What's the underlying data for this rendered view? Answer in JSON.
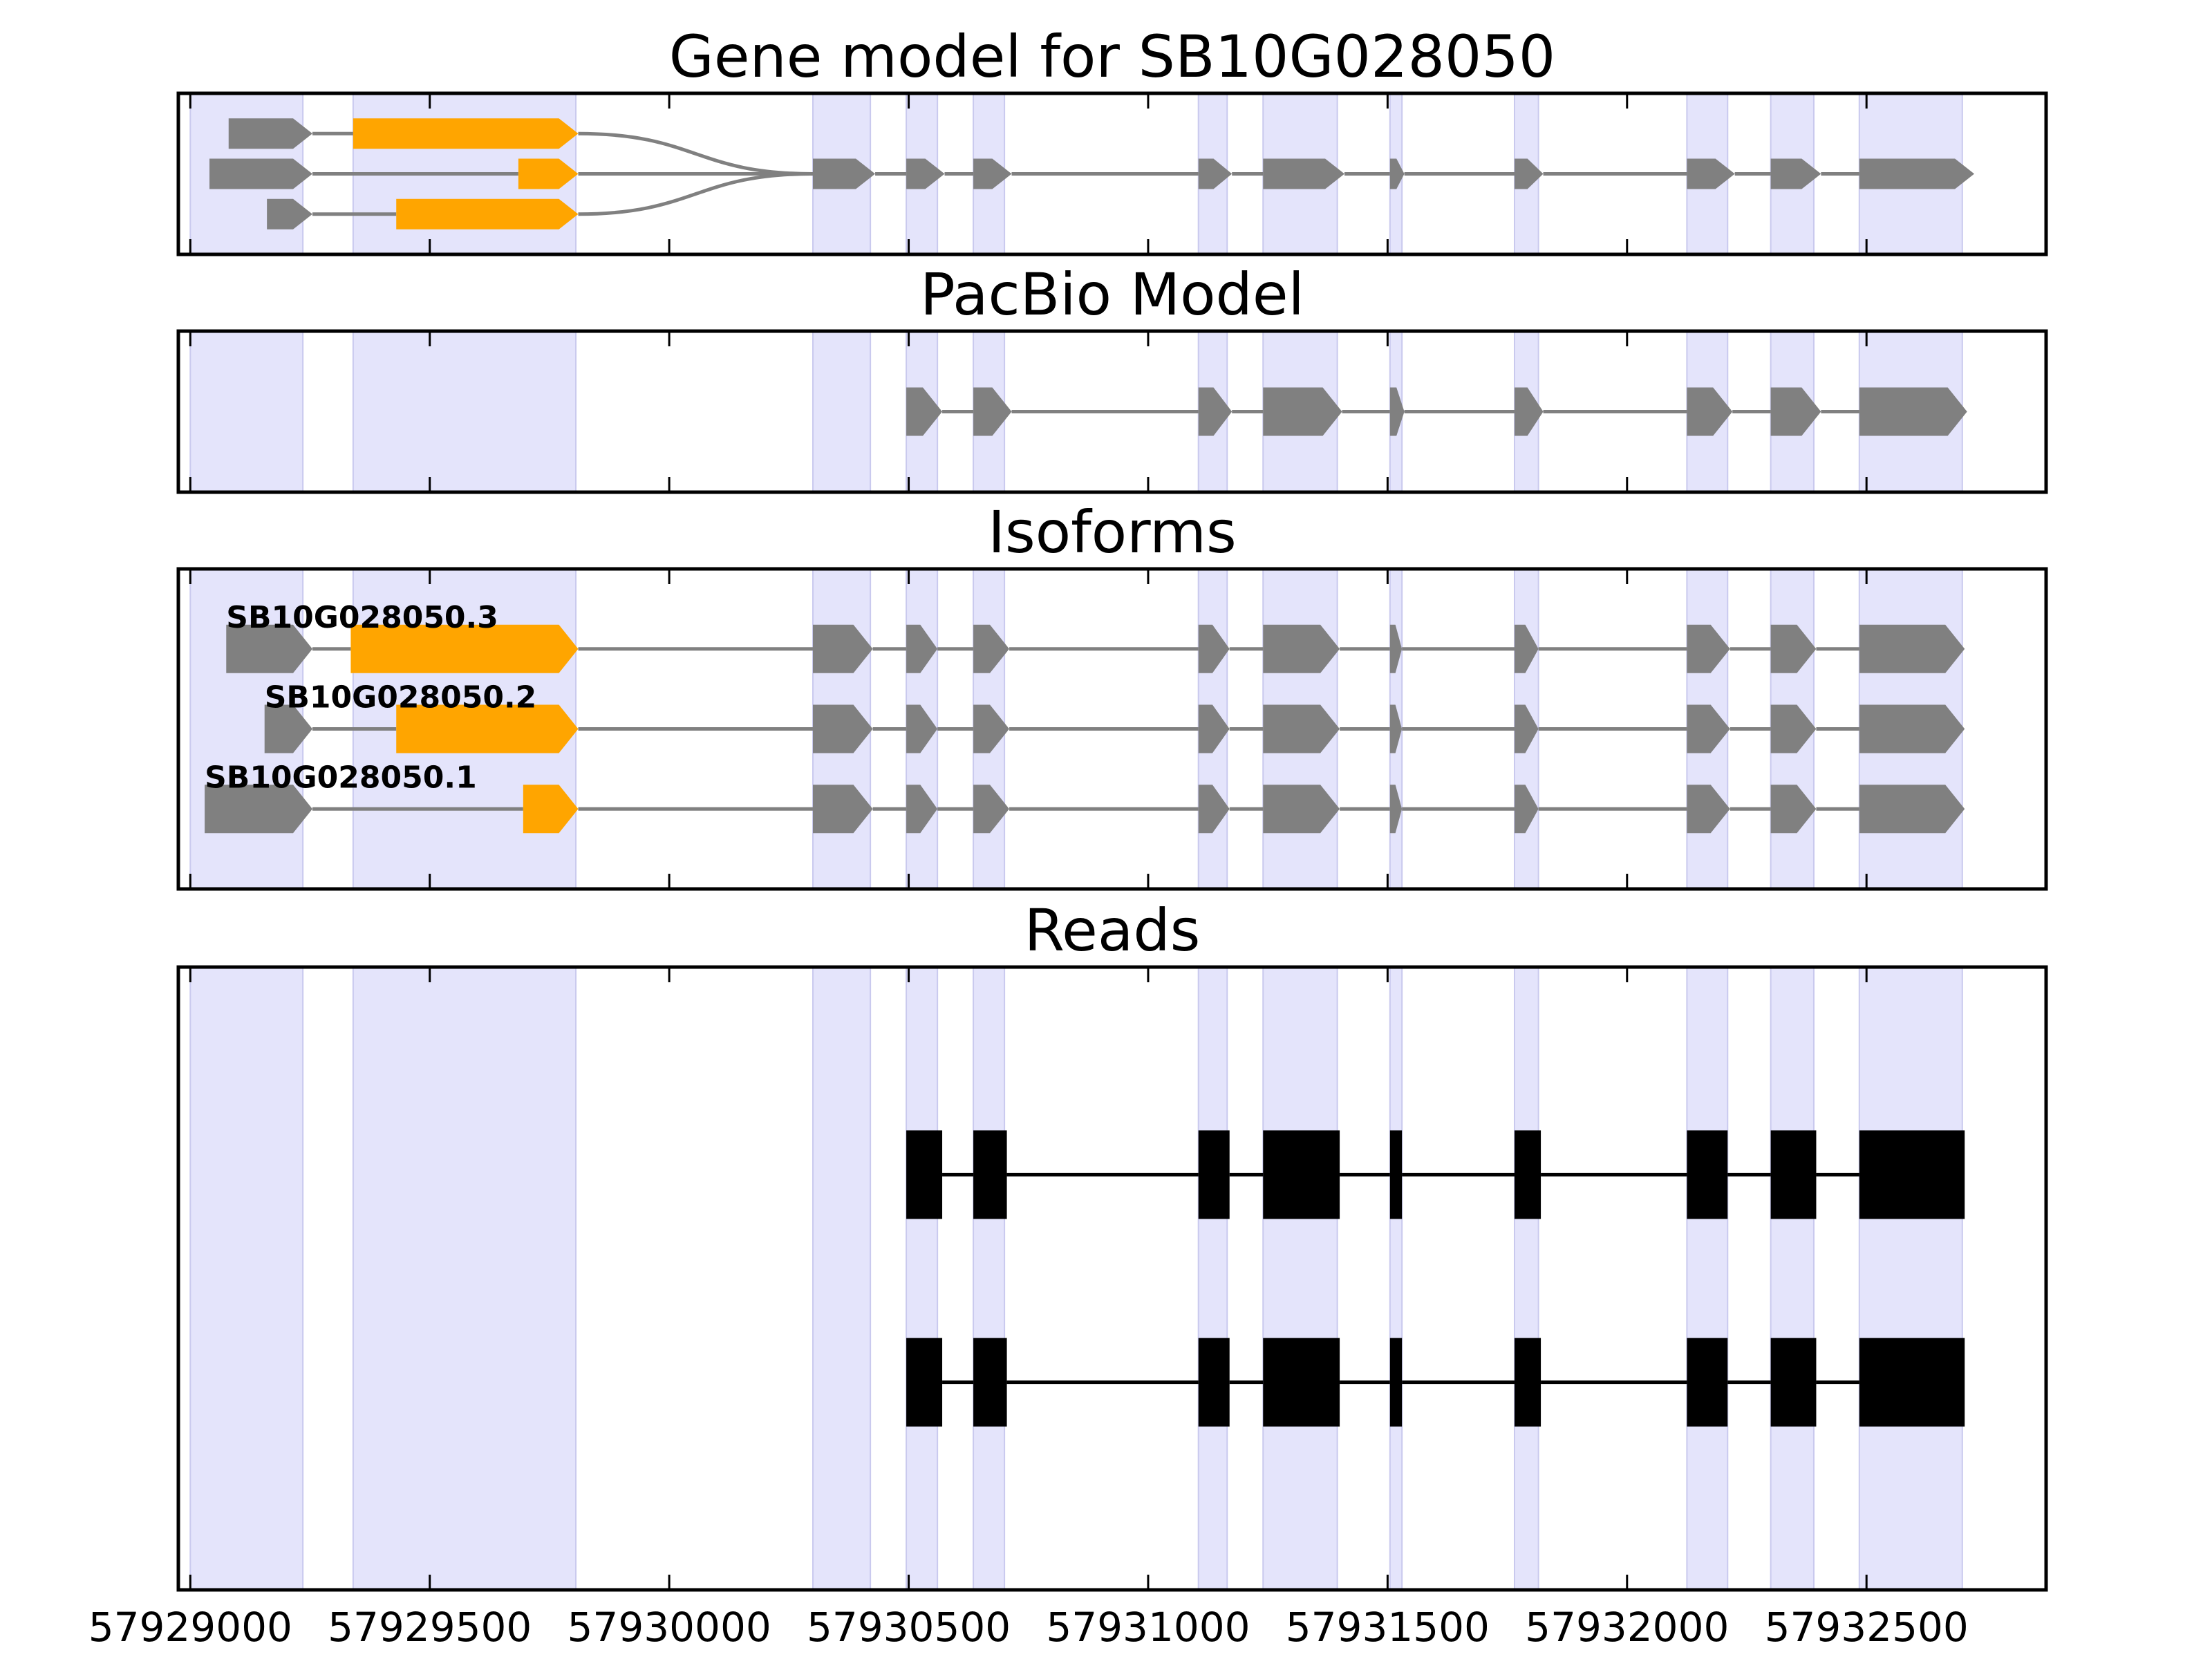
{
  "chart_data": {
    "type": "gene-structure",
    "xlim": [
      57928975,
      57932875
    ],
    "x_ticks": [
      57929000,
      57929500,
      57930000,
      57930500,
      57931000,
      57931500,
      57932000,
      57932500
    ],
    "colors": {
      "exon": "#808080",
      "cds": "#ffa500",
      "intron": "#808080",
      "read": "#000000",
      "band": "#e4e4fb",
      "frame": "#000000"
    },
    "exon_bands": [
      [
        57929000,
        57929235
      ],
      [
        57929340,
        57929805
      ],
      [
        57930300,
        57930420
      ],
      [
        57930495,
        57930560
      ],
      [
        57930635,
        57930700
      ],
      [
        57931105,
        57931165
      ],
      [
        57931240,
        57931395
      ],
      [
        57931505,
        57931530
      ],
      [
        57931765,
        57931815
      ],
      [
        57932125,
        57932210
      ],
      [
        57932300,
        57932390
      ],
      [
        57932485,
        57932700
      ]
    ],
    "panels": [
      {
        "title": "Gene model for SB10G028050",
        "kind": "splice-graph",
        "y_range": [
          0,
          4
        ],
        "tracks": [
          {
            "y": 3.0,
            "exons": [
              [
                57929080,
                57929255,
                "utr"
              ],
              [
                57929340,
                57929810,
                "cds"
              ]
            ]
          },
          {
            "y": 2.0,
            "exons": [
              [
                57929040,
                57929255,
                "utr"
              ],
              [
                57929685,
                57929810,
                "cds"
              ]
            ]
          },
          {
            "y": 1.0,
            "exons": [
              [
                57929160,
                57929255,
                "utr"
              ],
              [
                57929430,
                57929810,
                "cds"
              ]
            ]
          }
        ],
        "merge_point": 57930300,
        "shared_exons": [
          [
            57930300,
            57930430
          ],
          [
            57930495,
            57930575
          ],
          [
            57930635,
            57930715
          ],
          [
            57931105,
            57931175
          ],
          [
            57931240,
            57931410
          ],
          [
            57931505,
            57931535
          ],
          [
            57931765,
            57931825
          ],
          [
            57932125,
            57932225
          ],
          [
            57932300,
            57932405
          ],
          [
            57932485,
            57932725
          ]
        ],
        "shared_y": 2.0
      },
      {
        "title": "PacBio Model",
        "kind": "model",
        "y_range": [
          0,
          4
        ],
        "tracks": [
          {
            "y": 2.0,
            "exons": [
              [
                57930495,
                57930570,
                "utr"
              ],
              [
                57930635,
                57930715,
                "utr"
              ],
              [
                57931105,
                57931175,
                "utr"
              ],
              [
                57931240,
                57931405,
                "utr"
              ],
              [
                57931505,
                57931535,
                "utr"
              ],
              [
                57931765,
                57931825,
                "utr"
              ],
              [
                57932125,
                57932220,
                "utr"
              ],
              [
                57932300,
                57932405,
                "utr"
              ],
              [
                57932485,
                57932710,
                "utr"
              ]
            ]
          }
        ]
      },
      {
        "title": "Isoforms",
        "kind": "isoforms",
        "y_range": [
          0,
          4
        ],
        "tracks": [
          {
            "y": 3.0,
            "label": "SB10G028050.3",
            "exons": [
              [
                57929075,
                57929255,
                "utr"
              ],
              [
                57929335,
                57929810,
                "cds"
              ],
              [
                57930300,
                57930425
              ],
              [
                57930495,
                57930560
              ],
              [
                57930635,
                57930710
              ],
              [
                57931105,
                57931170
              ],
              [
                57931240,
                57931400
              ],
              [
                57931505,
                57931530
              ],
              [
                57931765,
                57931815
              ],
              [
                57932125,
                57932215
              ],
              [
                57932300,
                57932395
              ],
              [
                57932485,
                57932705
              ]
            ]
          },
          {
            "y": 2.0,
            "label": "SB10G028050.2",
            "exons": [
              [
                57929155,
                57929255,
                "utr"
              ],
              [
                57929430,
                57929810,
                "cds"
              ],
              [
                57930300,
                57930425
              ],
              [
                57930495,
                57930560
              ],
              [
                57930635,
                57930710
              ],
              [
                57931105,
                57931170
              ],
              [
                57931240,
                57931400
              ],
              [
                57931505,
                57931530
              ],
              [
                57931765,
                57931815
              ],
              [
                57932125,
                57932215
              ],
              [
                57932300,
                57932395
              ],
              [
                57932485,
                57932705
              ]
            ]
          },
          {
            "y": 1.0,
            "label": "SB10G028050.1",
            "exons": [
              [
                57929030,
                57929255,
                "utr"
              ],
              [
                57929695,
                57929810,
                "cds"
              ],
              [
                57930300,
                57930425
              ],
              [
                57930495,
                57930560
              ],
              [
                57930635,
                57930710
              ],
              [
                57931105,
                57931170
              ],
              [
                57931240,
                57931400
              ],
              [
                57931505,
                57931530
              ],
              [
                57931765,
                57931815
              ],
              [
                57932125,
                57932215
              ],
              [
                57932300,
                57932395
              ],
              [
                57932485,
                57932705
              ]
            ]
          }
        ]
      },
      {
        "title": "Reads",
        "kind": "reads",
        "y_range": [
          0,
          6
        ],
        "tracks": [
          {
            "y": 4.0,
            "exons": [
              [
                57930495,
                57930570
              ],
              [
                57930635,
                57930705
              ],
              [
                57931105,
                57931170
              ],
              [
                57931240,
                57931400
              ],
              [
                57931505,
                57931530
              ],
              [
                57931765,
                57931820
              ],
              [
                57932125,
                57932210
              ],
              [
                57932300,
                57932395
              ],
              [
                57932485,
                57932705
              ]
            ]
          },
          {
            "y": 2.0,
            "exons": [
              [
                57930495,
                57930570
              ],
              [
                57930635,
                57930705
              ],
              [
                57931105,
                57931170
              ],
              [
                57931240,
                57931400
              ],
              [
                57931505,
                57931530
              ],
              [
                57931765,
                57931820
              ],
              [
                57932125,
                57932210
              ],
              [
                57932300,
                57932395
              ],
              [
                57932485,
                57932705
              ]
            ]
          }
        ]
      }
    ]
  }
}
